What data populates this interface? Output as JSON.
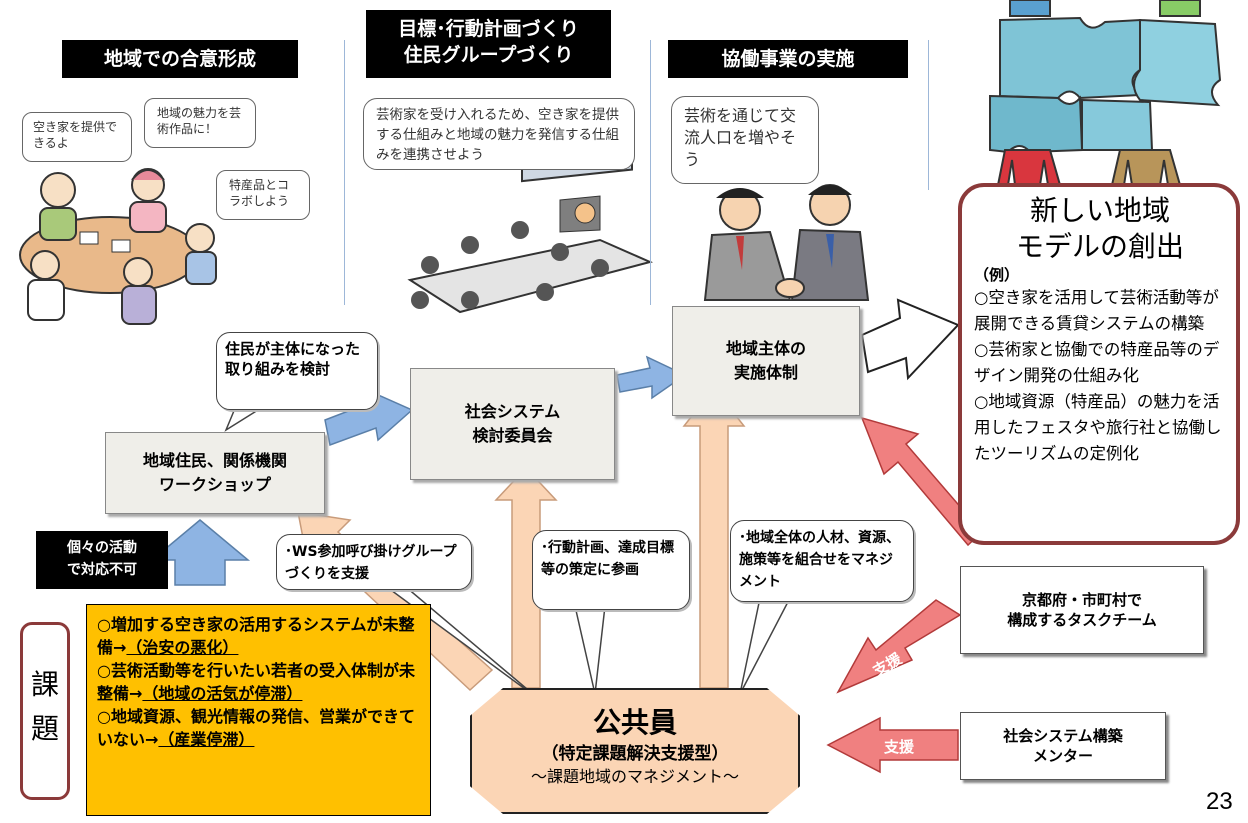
{
  "headers": {
    "phase1": "地域での合意形成",
    "phase2_line1": "目標･行動計画づくり",
    "phase2_line2": "住民グループづくり",
    "phase3": "協働事業の実施"
  },
  "thought_bubbles": {
    "b1": "空き家を提供できるよ",
    "b2": "地域の魅力を芸術作品に！",
    "b3": "特産品とコラボしよう",
    "b4": "芸術家を受け入れるため、空き家を提供する仕組みと地域の魅力を発信する仕組みを連携させよう",
    "b5": "芸術を通じて交流人口を増やそう"
  },
  "flow_boxes": {
    "workshop": "地域住民、関係機関\nワークショップ",
    "committee": "社会システム\n検討委員会",
    "implementation": "地域主体の\n実施体制"
  },
  "callouts": {
    "c1": "住民が主体になった取り組みを検討",
    "c2": "･WS参加呼び掛けグループづくりを支援",
    "c3": "･行動計画、達成目標等の策定に参画",
    "c4": "･地域全体の人材、資源、施策等を組合せをマネジメント"
  },
  "individual": {
    "line1": "個々の活動",
    "line2": "で対応不可"
  },
  "new_model": {
    "title1": "新しい地域",
    "title2": "モデルの創出",
    "example": "（例）",
    "items": [
      "○空き家を活用して芸術活動等が展開できる賃貸システムの構築",
      "○芸術家と協働での特産品等のデザイン開発の仕組み化",
      "○地域資源（特産品）の魅力を活用したフェスタや旅行社と協働したツーリズムの定例化"
    ]
  },
  "issues": {
    "label": "課\n題",
    "p1_a": "○増加する空き家の活用するシステムが未整備→",
    "p1_b": "（治安の悪化）",
    "p2_a": "○芸術活動等を行いたい若者の受入体制が未整備→",
    "p2_b": "（地域の活気が停滞）",
    "p3_a": "○地域資源、観光情報の発信、営業ができていない→",
    "p3_b": "（産業停滞）"
  },
  "public_staff": {
    "title": "公共員",
    "subtitle": "（特定課題解決支援型）",
    "tagline": "～課題地域のマネジメント～"
  },
  "task_team": "京都府・市町村で\n構成するタスクチーム",
  "mentor": "社会システム構築\nメンター",
  "support_label": "支援",
  "page_number": "23",
  "colors": {
    "header_bg": "#000000",
    "issues_bg": "#ffc000",
    "public_bg": "#fbd5b5",
    "arrow_blue": "#8eb4e3",
    "arrow_peach": "#fbd5b5",
    "arrow_red": "#e06666",
    "model_border": "#8b3a3a"
  }
}
